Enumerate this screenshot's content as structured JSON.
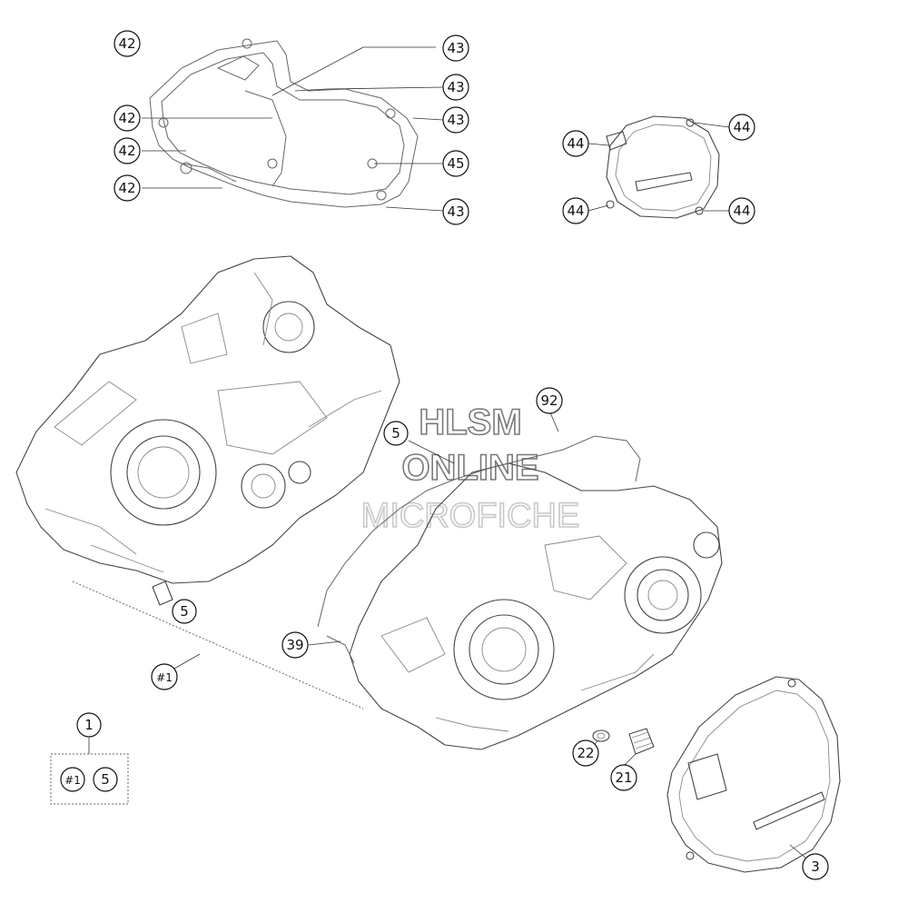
{
  "watermark": {
    "line1": "HLSM",
    "line2": "ONLINE",
    "line3": "MICROFICHE"
  },
  "callouts": {
    "c42_top": "42",
    "c42_a": "42",
    "c42_b": "42",
    "c42_c": "42",
    "c43_a": "43",
    "c43_b": "43",
    "c43_c": "43",
    "c43_d": "43",
    "c45": "45",
    "c44_tl": "44",
    "c44_tr": "44",
    "c44_bl": "44",
    "c44_br": "44",
    "c92": "92",
    "c5_mid": "5",
    "c5_left": "5",
    "c39": "39",
    "c_hash1": "#1",
    "c1": "1",
    "c_hash1_box": "#1",
    "c5_box": "5",
    "c22": "22",
    "c21": "21",
    "c3": "3"
  }
}
